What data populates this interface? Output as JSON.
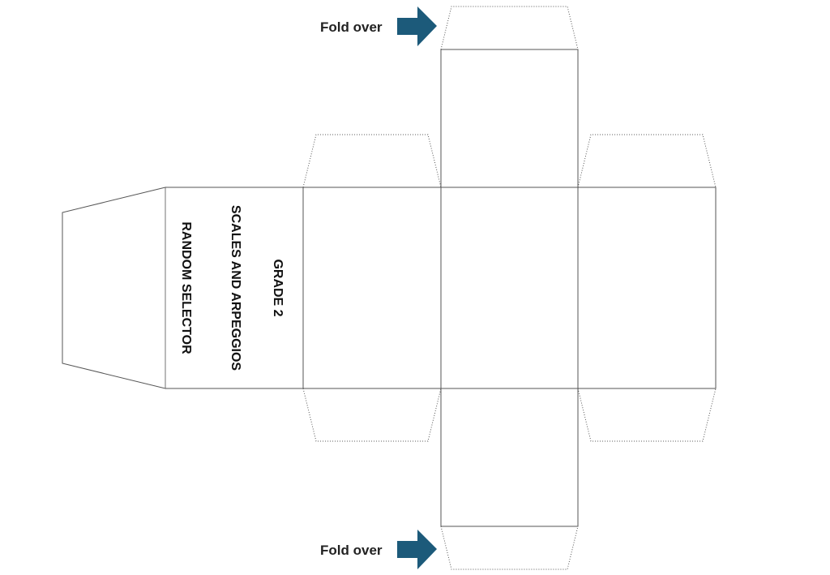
{
  "net": {
    "title_lines": [
      "GRADE 2",
      "SCALES AND ARPEGGIOS",
      "RANDOM SELECTOR"
    ]
  },
  "fold_labels": {
    "top": "Fold over",
    "bottom": "Fold over"
  },
  "colors": {
    "arrow": "#1c5a7a",
    "outline": "#555555"
  }
}
